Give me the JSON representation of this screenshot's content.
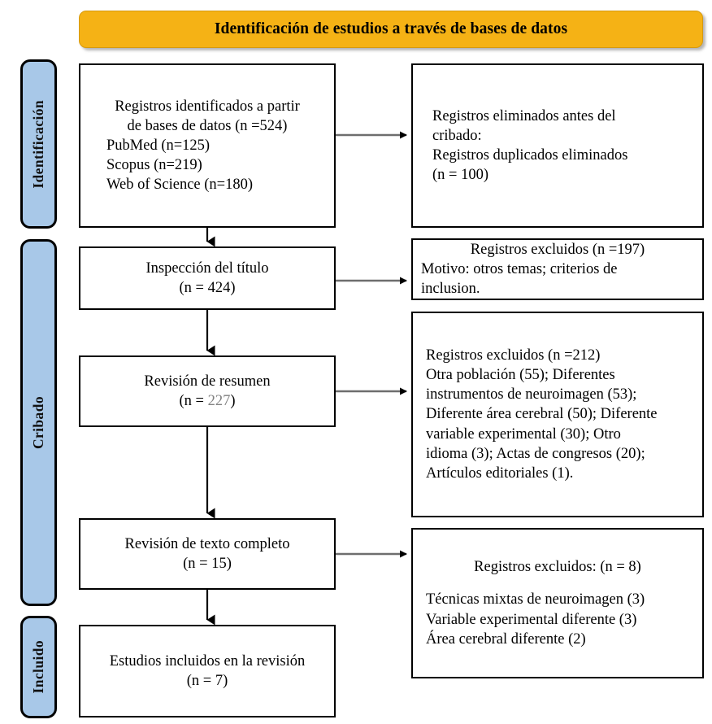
{
  "header": {
    "title": "Identificación de estudios a través de bases de datos"
  },
  "stages": [
    {
      "name": "identificacion",
      "label": "Identificación"
    },
    {
      "name": "cribado",
      "label": "Cribado"
    },
    {
      "name": "incluido",
      "label": "Incluido"
    }
  ],
  "boxes": {
    "identified": {
      "lines": [
        "Registros identificados a partir",
        "de bases de datos (n =524)",
        "PubMed (n=125)",
        "Scopus (n=219)",
        "Web of Science (n=180)"
      ]
    },
    "removed_before": {
      "lines": [
        "Registros eliminados antes del",
        "cribado:",
        "Registros duplicados eliminados",
        "(n = 100)"
      ]
    },
    "title_screen": {
      "lines": [
        "Inspección del título",
        "(n = 424)"
      ]
    },
    "excluded_title": {
      "lines": [
        "Registros excluidos (n =197)",
        "Motivo: otros temas; criterios de",
        "inclusion."
      ]
    },
    "abstract_review": {
      "line1": "Revisión de resumen",
      "line2_prefix": "(n = ",
      "line2_number": "227",
      "line2_suffix": ")"
    },
    "excluded_abstract": {
      "lines": [
        "Registros excluidos (n =212)",
        "Otra población (55); Diferentes",
        "instrumentos de neuroimagen (53);",
        "Diferente área cerebral (50); Diferente",
        "variable experimental (30); Otro",
        "idioma (3); Actas de congresos (20);",
        "Artículos editoriales (1)."
      ]
    },
    "fulltext_review": {
      "lines": [
        "Revisión de texto completo",
        "(n = 15)"
      ]
    },
    "excluded_fulltext": {
      "heading": "Registros excluidos: (n = 8)",
      "lines": [
        "Técnicas mixtas de neuroimagen (3)",
        "Variable experimental diferente (3)",
        "Área cerebral diferente (2)"
      ]
    },
    "included": {
      "lines": [
        "Estudios incluidos en la revisión",
        "(n = 7)"
      ]
    }
  },
  "colors": {
    "banner": "#F5B215",
    "stage_tab": "#A8C8E8",
    "box_border": "#000000",
    "muted_number": "#808080",
    "horizontal_arrow": "#6E6E6E",
    "vertical_arrow": "#000000"
  }
}
